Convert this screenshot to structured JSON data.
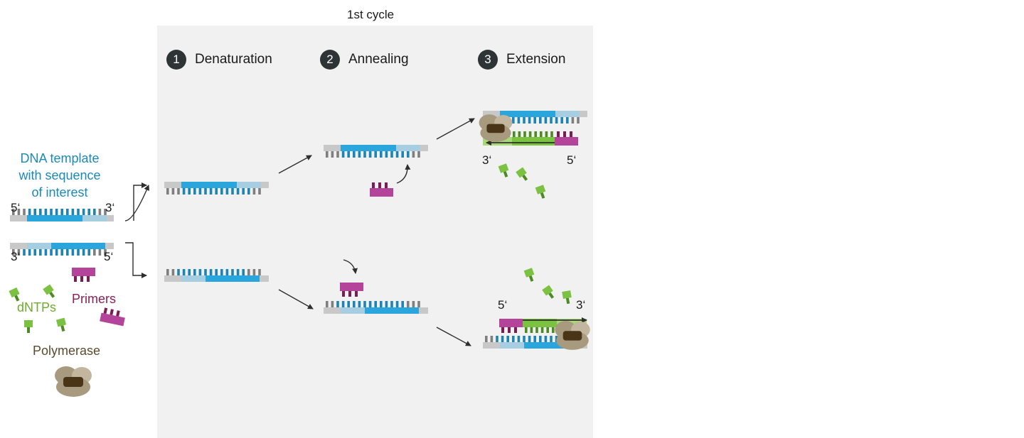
{
  "cycle_title": "1st cycle",
  "steps": [
    {
      "number": "1",
      "name": "Denaturation"
    },
    {
      "number": "2",
      "name": "Annealing"
    },
    {
      "number": "3",
      "name": "Extension"
    }
  ],
  "template_label": {
    "line1": "DNA template",
    "line2": "with sequence",
    "line3": "of interest"
  },
  "ends": {
    "five": "5‘",
    "three": "3‘"
  },
  "legend": {
    "dntps": "dNTPs",
    "primers": "Primers",
    "polymerase": "Polymerase"
  },
  "colors": {
    "panel": "#f1f1f1",
    "backbone_gray": "#c8c8c8",
    "blue_dark": "#2aa6dc",
    "blue_light": "#a7cde0",
    "primer_magenta": "#b3449a",
    "primer_dark": "#7a1d52",
    "dntp_green": "#7cc242",
    "dntp_dark": "#4e8a23",
    "polymerase_tan": "#a89a7e",
    "polymerase_dark": "#4a3418",
    "label_blue": "#1a8ab8"
  }
}
